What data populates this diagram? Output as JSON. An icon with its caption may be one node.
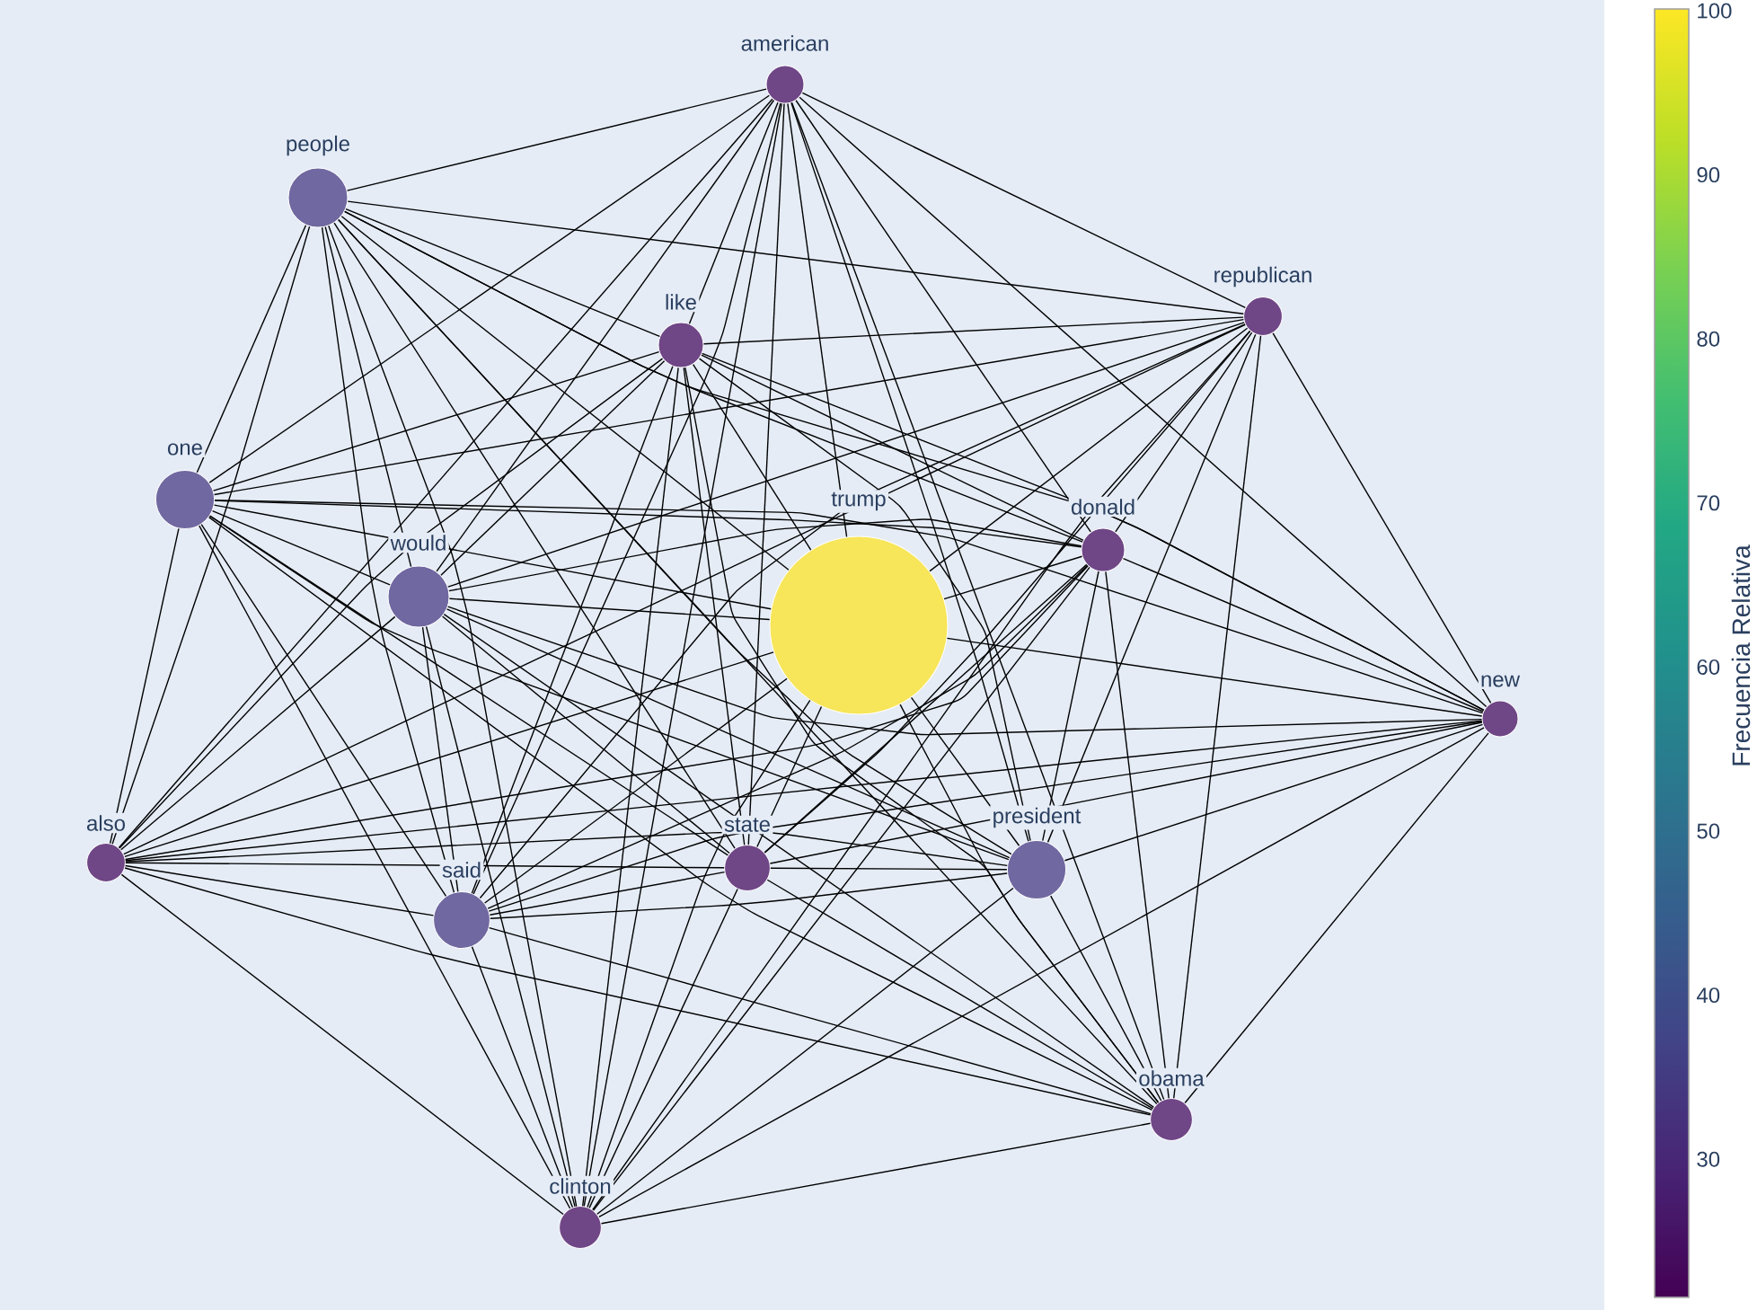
{
  "diagram": {
    "nodes": [
      {
        "text": [
          "american"
        ]
      },
      {
        "text": [
          "people"
        ]
      },
      {
        "text": [
          "republican"
        ]
      },
      {
        "text": [
          "like"
        ]
      },
      {
        "text": [
          "one"
        ]
      },
      {
        "text": [
          "donald"
        ]
      },
      {
        "text": [
          "would"
        ]
      },
      {
        "text": [
          "trump"
        ]
      },
      {
        "text": [
          "new"
        ]
      },
      {
        "text": [
          "also"
        ]
      },
      {
        "text": [
          "state"
        ]
      },
      {
        "text": [
          "president"
        ]
      },
      {
        "text": [
          "said"
        ]
      },
      {
        "text": [
          "obama"
        ]
      },
      {
        "text": [
          "clinton"
        ]
      }
    ],
    "edges": [
      {
        "from": 0,
        "to": 1,
        "arrow": "none"
      },
      {
        "from": 0,
        "to": 2,
        "arrow": "none"
      },
      {
        "from": 0,
        "to": 3,
        "arrow": "none"
      },
      {
        "from": 0,
        "to": 4,
        "arrow": "none"
      },
      {
        "from": 0,
        "to": 5,
        "arrow": "none"
      },
      {
        "from": 0,
        "to": 6,
        "arrow": "none"
      },
      {
        "from": 0,
        "to": 7,
        "arrow": "none"
      },
      {
        "from": 0,
        "to": 8,
        "arrow": "none"
      },
      {
        "from": 0,
        "to": 9,
        "arrow": "none"
      },
      {
        "from": 0,
        "to": 10,
        "arrow": "none"
      },
      {
        "from": 0,
        "to": 11,
        "arrow": "none"
      },
      {
        "from": 0,
        "to": 12,
        "arrow": "none"
      },
      {
        "from": 0,
        "to": 13,
        "arrow": "none"
      },
      {
        "from": 0,
        "to": 14,
        "arrow": "none"
      },
      {
        "from": 1,
        "to": 2,
        "arrow": "none"
      },
      {
        "from": 1,
        "to": 3,
        "arrow": "none"
      },
      {
        "from": 1,
        "to": 4,
        "arrow": "none"
      },
      {
        "from": 1,
        "to": 5,
        "arrow": "none"
      },
      {
        "from": 1,
        "to": 6,
        "arrow": "none"
      },
      {
        "from": 1,
        "to": 7,
        "arrow": "none"
      },
      {
        "from": 1,
        "to": 8,
        "arrow": "none"
      },
      {
        "from": 1,
        "to": 9,
        "arrow": "none"
      },
      {
        "from": 1,
        "to": 10,
        "arrow": "none"
      },
      {
        "from": 1,
        "to": 11,
        "arrow": "none"
      },
      {
        "from": 1,
        "to": 12,
        "arrow": "none"
      },
      {
        "from": 1,
        "to": 13,
        "arrow": "none"
      },
      {
        "from": 1,
        "to": 14,
        "arrow": "none"
      },
      {
        "from": 2,
        "to": 3,
        "arrow": "none"
      },
      {
        "from": 2,
        "to": 4,
        "arrow": "none"
      },
      {
        "from": 2,
        "to": 5,
        "arrow": "none"
      },
      {
        "from": 2,
        "to": 6,
        "arrow": "none"
      },
      {
        "from": 2,
        "to": 7,
        "arrow": "none"
      },
      {
        "from": 2,
        "to": 8,
        "arrow": "none"
      },
      {
        "from": 2,
        "to": 9,
        "arrow": "none"
      },
      {
        "from": 2,
        "to": 10,
        "arrow": "none"
      },
      {
        "from": 2,
        "to": 11,
        "arrow": "none"
      },
      {
        "from": 2,
        "to": 12,
        "arrow": "none"
      },
      {
        "from": 2,
        "to": 13,
        "arrow": "none"
      },
      {
        "from": 2,
        "to": 14,
        "arrow": "none"
      },
      {
        "from": 3,
        "to": 4,
        "arrow": "none"
      },
      {
        "from": 3,
        "to": 5,
        "arrow": "none"
      },
      {
        "from": 3,
        "to": 6,
        "arrow": "none"
      },
      {
        "from": 3,
        "to": 7,
        "arrow": "none"
      },
      {
        "from": 3,
        "to": 8,
        "arrow": "none"
      },
      {
        "from": 3,
        "to": 9,
        "arrow": "none"
      },
      {
        "from": 3,
        "to": 10,
        "arrow": "none"
      },
      {
        "from": 3,
        "to": 11,
        "arrow": "none"
      },
      {
        "from": 3,
        "to": 12,
        "arrow": "none"
      },
      {
        "from": 3,
        "to": 13,
        "arrow": "none"
      },
      {
        "from": 3,
        "to": 14,
        "arrow": "none"
      },
      {
        "from": 4,
        "to": 5,
        "arrow": "none"
      },
      {
        "from": 4,
        "to": 6,
        "arrow": "none"
      },
      {
        "from": 4,
        "to": 7,
        "arrow": "none"
      },
      {
        "from": 4,
        "to": 8,
        "arrow": "none"
      },
      {
        "from": 4,
        "to": 9,
        "arrow": "none"
      },
      {
        "from": 4,
        "to": 10,
        "arrow": "none"
      },
      {
        "from": 4,
        "to": 11,
        "arrow": "none"
      },
      {
        "from": 4,
        "to": 12,
        "arrow": "none"
      },
      {
        "from": 4,
        "to": 13,
        "arrow": "none"
      },
      {
        "from": 4,
        "to": 14,
        "arrow": "none"
      },
      {
        "from": 5,
        "to": 6,
        "arrow": "none"
      },
      {
        "from": 5,
        "to": 7,
        "arrow": "none"
      },
      {
        "from": 5,
        "to": 8,
        "arrow": "none"
      },
      {
        "from": 5,
        "to": 9,
        "arrow": "none"
      },
      {
        "from": 5,
        "to": 10,
        "arrow": "none"
      },
      {
        "from": 5,
        "to": 11,
        "arrow": "none"
      },
      {
        "from": 5,
        "to": 12,
        "arrow": "none"
      },
      {
        "from": 5,
        "to": 13,
        "arrow": "none"
      },
      {
        "from": 5,
        "to": 14,
        "arrow": "none"
      },
      {
        "from": 6,
        "to": 7,
        "arrow": "none"
      },
      {
        "from": 6,
        "to": 8,
        "arrow": "none"
      },
      {
        "from": 6,
        "to": 9,
        "arrow": "none"
      },
      {
        "from": 6,
        "to": 10,
        "arrow": "none"
      },
      {
        "from": 6,
        "to": 11,
        "arrow": "none"
      },
      {
        "from": 6,
        "to": 12,
        "arrow": "none"
      },
      {
        "from": 6,
        "to": 13,
        "arrow": "none"
      },
      {
        "from": 6,
        "to": 14,
        "arrow": "none"
      },
      {
        "from": 7,
        "to": 8,
        "arrow": "none"
      },
      {
        "from": 7,
        "to": 9,
        "arrow": "none"
      },
      {
        "from": 7,
        "to": 10,
        "arrow": "none"
      },
      {
        "from": 7,
        "to": 11,
        "arrow": "none"
      },
      {
        "from": 7,
        "to": 12,
        "arrow": "none"
      },
      {
        "from": 7,
        "to": 13,
        "arrow": "none"
      },
      {
        "from": 7,
        "to": 14,
        "arrow": "none"
      },
      {
        "from": 8,
        "to": 9,
        "arrow": "none"
      },
      {
        "from": 8,
        "to": 10,
        "arrow": "none"
      },
      {
        "from": 8,
        "to": 11,
        "arrow": "none"
      },
      {
        "from": 8,
        "to": 12,
        "arrow": "none"
      },
      {
        "from": 8,
        "to": 13,
        "arrow": "none"
      },
      {
        "from": 8,
        "to": 14,
        "arrow": "none"
      },
      {
        "from": 9,
        "to": 10,
        "arrow": "none"
      },
      {
        "from": 9,
        "to": 11,
        "arrow": "none"
      },
      {
        "from": 9,
        "to": 12,
        "arrow": "none"
      },
      {
        "from": 9,
        "to": 13,
        "arrow": "none"
      },
      {
        "from": 9,
        "to": 14,
        "arrow": "none"
      },
      {
        "from": 10,
        "to": 11,
        "arrow": "none"
      },
      {
        "from": 10,
        "to": 12,
        "arrow": "none"
      },
      {
        "from": 10,
        "to": 13,
        "arrow": "none"
      },
      {
        "from": 10,
        "to": 14,
        "arrow": "none"
      },
      {
        "from": 11,
        "to": 12,
        "arrow": "none"
      },
      {
        "from": 11,
        "to": 13,
        "arrow": "none"
      },
      {
        "from": 11,
        "to": 14,
        "arrow": "none"
      },
      {
        "from": 12,
        "to": 13,
        "arrow": "none"
      },
      {
        "from": 12,
        "to": 14,
        "arrow": "none"
      },
      {
        "from": 13,
        "to": 14,
        "arrow": "none"
      }
    ],
    "labels": [
      "100",
      "90",
      "80",
      "70",
      "60",
      "50",
      "40",
      "30",
      "Frecuencia Relativa"
    ]
  }
}
